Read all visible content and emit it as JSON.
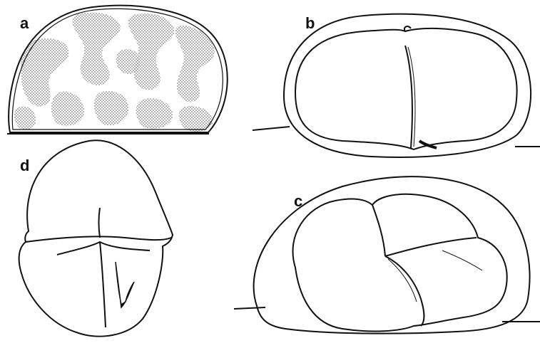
{
  "panels": {
    "a": {
      "label": "a"
    },
    "b": {
      "label": "b"
    },
    "c": {
      "label": "c"
    },
    "d": {
      "label": "d"
    }
  },
  "colors": {
    "ink": "#111111",
    "stipple": "#4a4a4a",
    "background": "#ffffff"
  }
}
